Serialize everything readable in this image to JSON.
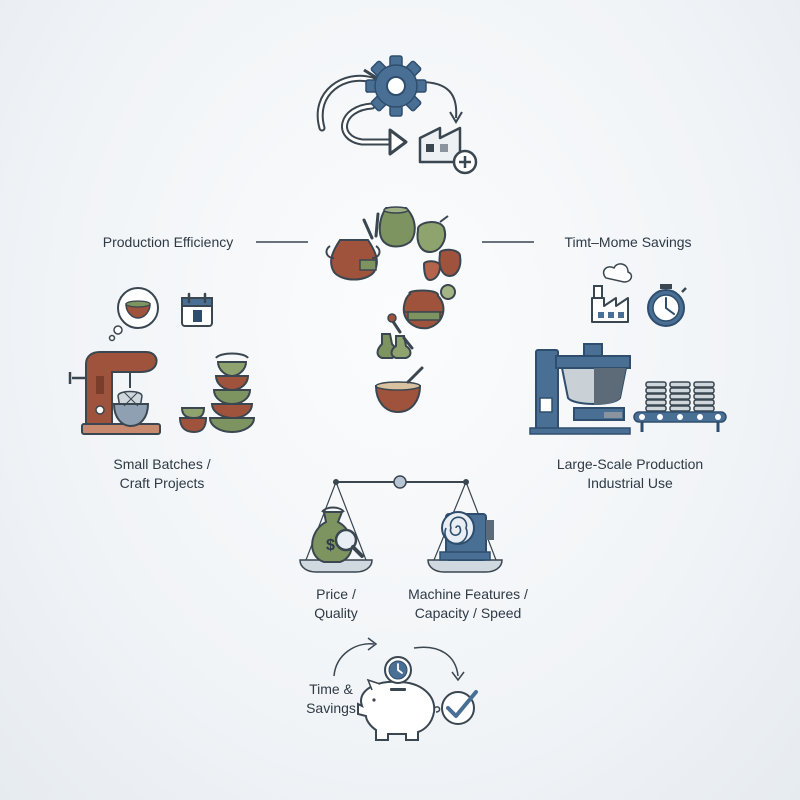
{
  "labels": {
    "production_efficiency": "Production Efficiency",
    "time_savings": "Timt–Mome Savings",
    "small_batches_line1": "Small Batches /",
    "small_batches_line2": "Craft Projects",
    "large_scale_line1": "Large-Scale Production",
    "large_scale_line2": "Industrial Use",
    "price_line1": "Price /",
    "price_line2": "Quality",
    "machine_line1": "Machine Features /",
    "machine_line2": "Capacity / Speed",
    "time_line1": "Time &",
    "time_line2": "Savings"
  },
  "colors": {
    "steel_blue": "#4a6f95",
    "clay_brown": "#a0533c",
    "olive_green": "#7e9460",
    "outline": "#3a4650",
    "grey": "#b8c0c8"
  },
  "icons": [
    "gear-cycle-icon",
    "factory-plus-icon",
    "pottery-question-mark-icon",
    "thought-bubble-bowl-icon",
    "calendar-icon",
    "stand-mixer-icon",
    "stacked-bowls-icon",
    "factory-smoke-icon",
    "stopwatch-icon",
    "industrial-mixer-icon",
    "conveyor-plates-icon",
    "balance-scale-icon",
    "money-bag-magnifier-icon",
    "machine-spiral-icon",
    "piggy-bank-clock-icon",
    "checkmark-circle-icon"
  ]
}
